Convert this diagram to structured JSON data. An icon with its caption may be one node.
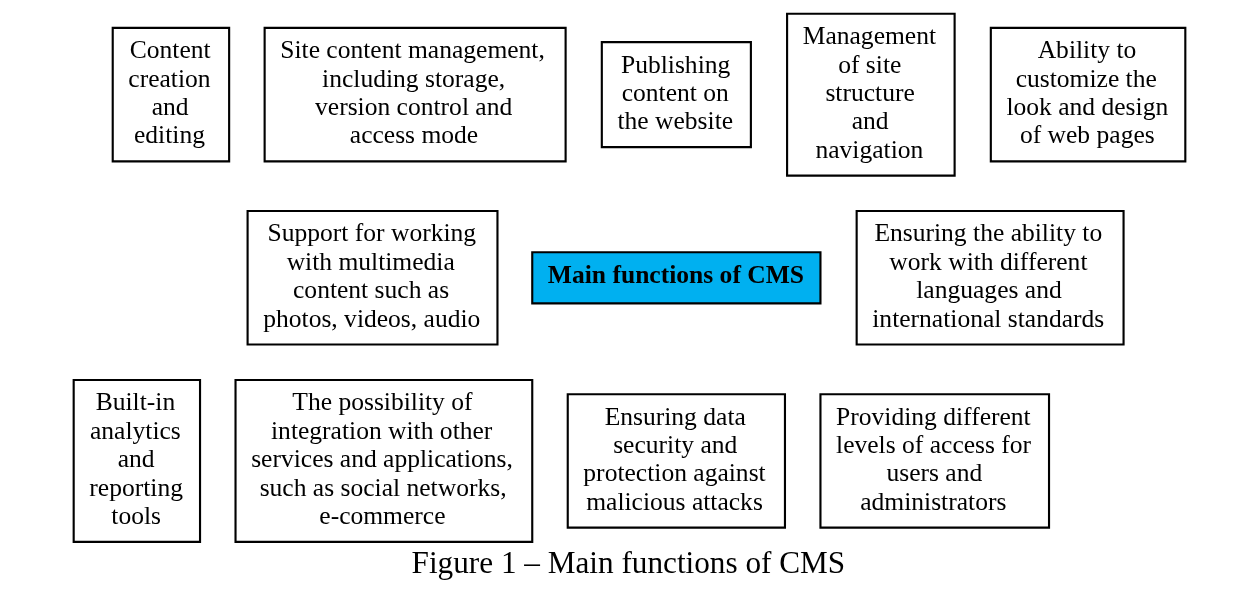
{
  "diagram": {
    "caption": "Figure 1 – Main functions of CMS",
    "nodes": [
      {
        "text": [
          "Content creation and editing"
        ]
      },
      {
        "text": [
          "Site content management, including storage, version control and access mode"
        ]
      },
      {
        "text": [
          "Publishing content on the website"
        ]
      },
      {
        "text": [
          "Management of site structure and navigation"
        ]
      },
      {
        "text": [
          "Ability to customize the look and design of web pages"
        ]
      },
      {
        "text": [
          "Support for working with multimedia content such as photos, videos, audio"
        ]
      },
      {
        "text": [
          "Main functions of CMS"
        ]
      },
      {
        "text": [
          "Ensuring the ability to work with different languages and international standards"
        ]
      },
      {
        "text": [
          "Built-in analytics and reporting tools"
        ]
      },
      {
        "text": [
          "The possibility of integration with other services and applications, such as social networks, e-commerce"
        ]
      },
      {
        "text": [
          "Ensuring data security and protection against malicious attacks"
        ]
      },
      {
        "text": [
          "Providing different levels of access for users and administrators"
        ]
      }
    ],
    "edges": []
  }
}
